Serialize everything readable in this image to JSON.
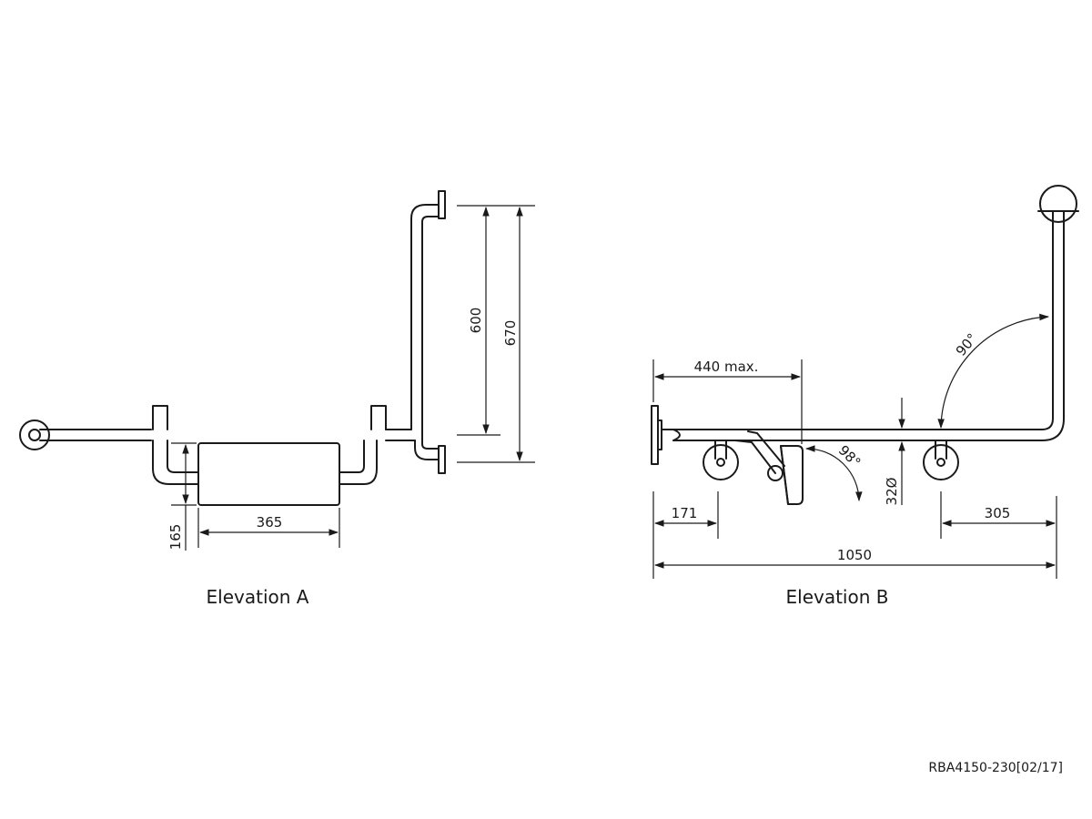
{
  "elevation_a": {
    "title": "Elevation A",
    "dim_height_600": "600",
    "dim_height_670": "670",
    "dim_width_365": "365",
    "dim_height_165": "165"
  },
  "elevation_b": {
    "title": "Elevation B",
    "dim_440": "440 max.",
    "dim_171": "171",
    "dim_305": "305",
    "dim_1050": "1050",
    "dim_32": "32Ø",
    "angle_90": "90°",
    "angle_98": "98°"
  },
  "reference_code": "RBA4150-230[02/17]"
}
